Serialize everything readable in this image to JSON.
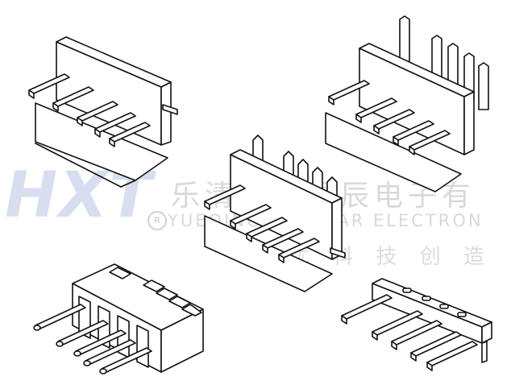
{
  "watermark": {
    "logo": "HXT",
    "company_cn": "乐清市红星辰电子有",
    "registered": "R",
    "company_en": "YUEQING REDSTAR ELECTRON",
    "slogan_cn": "优 科 技 创 造"
  },
  "colors": {
    "line": "#111111",
    "watermark_logo": "#c9d3ea",
    "watermark_text": "#d0d0d0"
  }
}
